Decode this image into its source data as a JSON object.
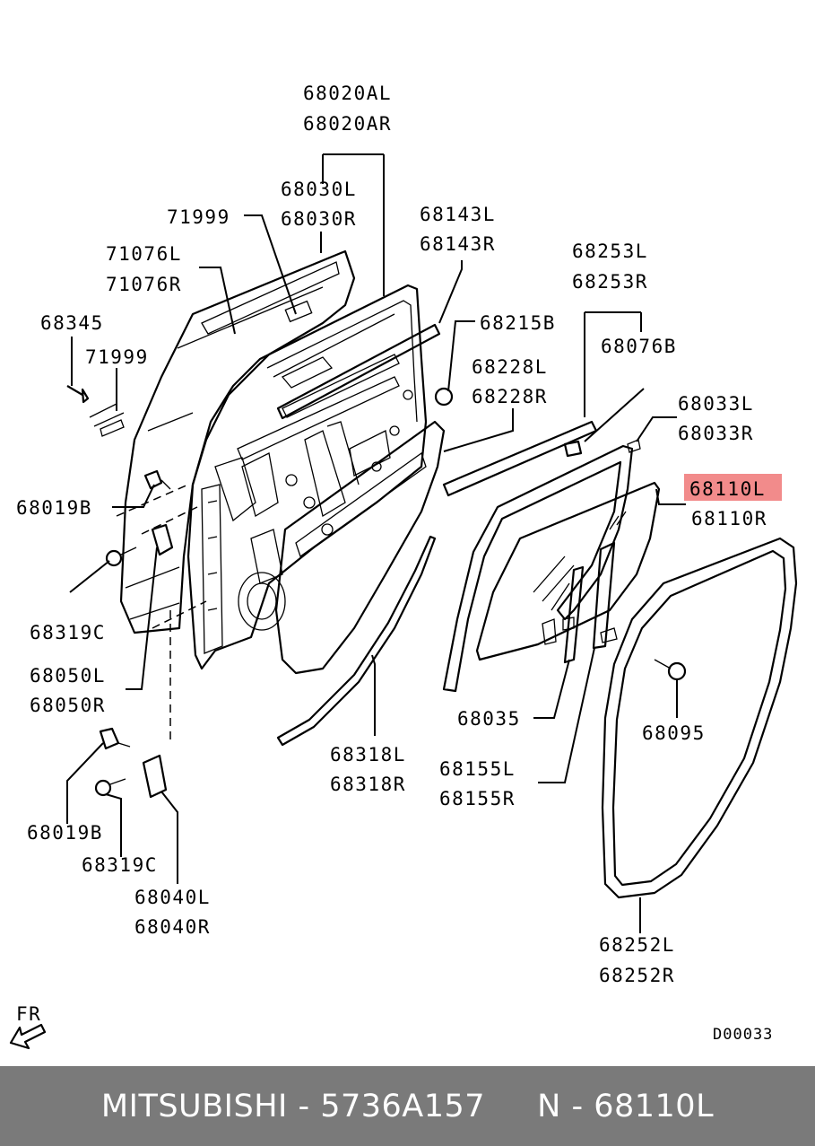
{
  "labels": {
    "l68020AL": "68020AL",
    "l68020AR": "68020AR",
    "l68030L": "68030L",
    "l68030R": "68030R",
    "l71999a": "71999",
    "l71076L": "71076L",
    "l71076R": "71076R",
    "l68345": "68345",
    "l71999b": "71999",
    "l68143L": "68143L",
    "l68143R": "68143R",
    "l68215B": "68215B",
    "l68228L": "68228L",
    "l68228R": "68228R",
    "l68253L": "68253L",
    "l68253R": "68253R",
    "l68076B": "68076B",
    "l68033L": "68033L",
    "l68033R": "68033R",
    "l68110L": "68110L",
    "l68110R": "68110R",
    "l68019Ba": "68019B",
    "l68319Ca": "68319C",
    "l68050L": "68050L",
    "l68050R": "68050R",
    "l68035": "68035",
    "l68095": "68095",
    "l68155L": "68155L",
    "l68155R": "68155R",
    "l68318L": "68318L",
    "l68318R": "68318R",
    "l68019Bb": "68019B",
    "l68319Cb": "68319C",
    "l68040L": "68040L",
    "l68040R": "68040R",
    "l68252L": "68252L",
    "l68252R": "68252R",
    "fr": "FR",
    "code": "D00033"
  },
  "highlight_color": "#f28b8b",
  "footer": {
    "text": "MITSUBISHI - 5736A157     N - 68110L"
  }
}
